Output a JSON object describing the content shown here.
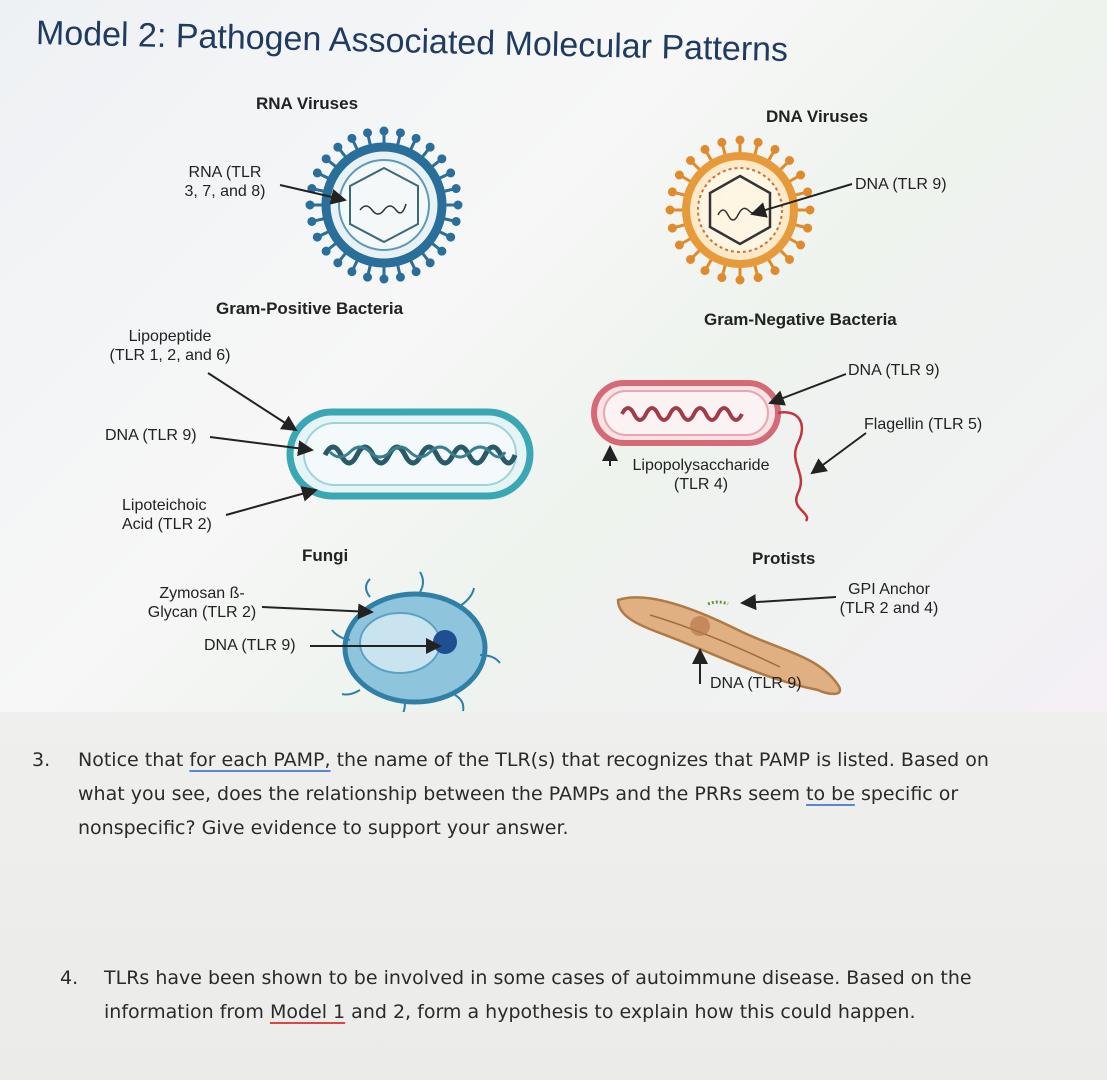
{
  "title": "Model 2: Pathogen Associated Molecular Patterns",
  "rna_viruses": {
    "header": "RNA Viruses",
    "label_line1": "RNA (TLR",
    "label_line2": "3, 7, and 8)"
  },
  "dna_viruses": {
    "header": "DNA Viruses",
    "label": "DNA (TLR 9)"
  },
  "gram_positive": {
    "header": "Gram-Positive Bacteria",
    "lipopeptide_line1": "Lipopeptide",
    "lipopeptide_line2": "(TLR 1, 2, and 6)",
    "dna": "DNA (TLR 9)",
    "lipoteichoic_line1": "Lipoteichoic",
    "lipoteichoic_line2": "Acid (TLR 2)"
  },
  "gram_negative": {
    "header": "Gram-Negative Bacteria",
    "dna": "DNA (TLR 9)",
    "flagellin": "Flagellin (TLR 5)",
    "lps_line1": "Lipopolysaccharide",
    "lps_line2": "(TLR 4)"
  },
  "fungi": {
    "header": "Fungi",
    "zymosan_line1": "Zymosan ß-",
    "zymosan_line2": "Glycan (TLR 2)",
    "dna": "DNA (TLR 9)"
  },
  "protists": {
    "header": "Protists",
    "gpi_line1": "GPI Anchor",
    "gpi_line2": "(TLR 2 and 4)",
    "dna": "DNA (TLR 9)"
  },
  "questions": [
    {
      "number": "3.",
      "lines": [
        [
          "Notice that ",
          "for each PAMP,",
          " the name of the TLR(s) that recognizes that PAMP is listed. Based on"
        ],
        [
          "what you see, does the relationship between the PAMPs and the PRRs seem ",
          "to be",
          " specific or"
        ],
        [
          "nonspecific? Give evidence to support your answer."
        ]
      ]
    },
    {
      "number": "4.",
      "lines": [
        [
          "TLRs have been shown to be involved in some cases of autoimmune disease. Based on the"
        ],
        [
          "information from ",
          "Model 1",
          " and 2, form a hypothesis to explain how this could happen."
        ]
      ]
    }
  ]
}
